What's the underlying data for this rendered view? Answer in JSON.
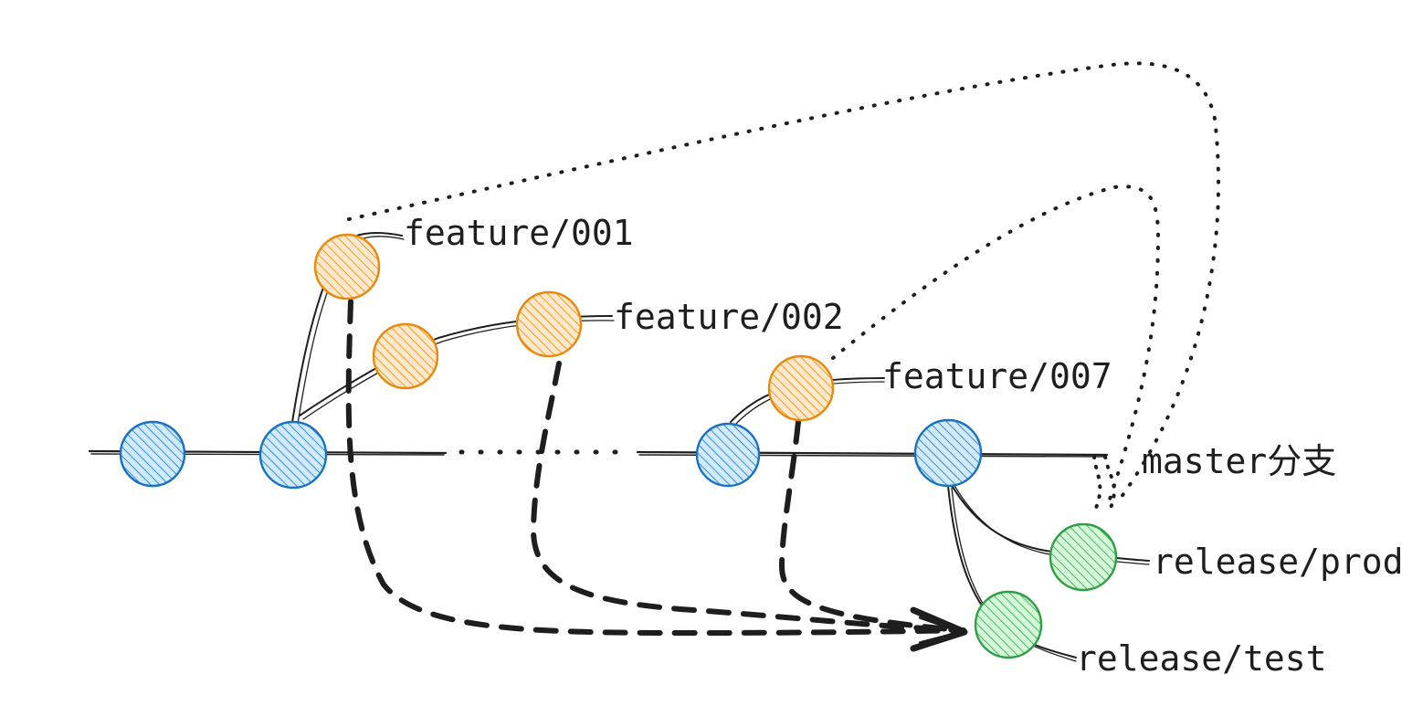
{
  "colors": {
    "master": "#1971c2",
    "master_fill": "#a5d8ff",
    "feature": "#e8890c",
    "feature_fill": "#ffd8a8",
    "release": "#2f9e44",
    "release_fill": "#b2f2bb",
    "ink": "#1e1e1e"
  },
  "labels": {
    "feature_001": "feature/001",
    "feature_002": "feature/002",
    "feature_007": "feature/007",
    "master": "master分支",
    "release_prod": "release/prod",
    "release_test": "release/test"
  }
}
